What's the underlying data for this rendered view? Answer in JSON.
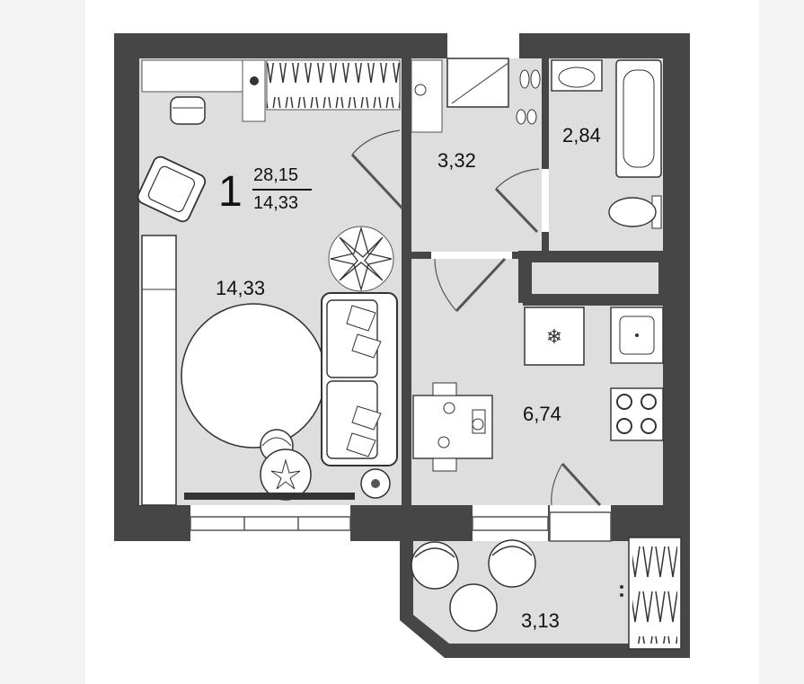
{
  "apartment": {
    "rooms_count": "1",
    "total_area": "28,15",
    "living_area": "14,33"
  },
  "rooms": {
    "living_room": {
      "area": "14,33"
    },
    "hallway": {
      "area": "3,32"
    },
    "bathroom": {
      "area": "2,84"
    },
    "kitchen": {
      "area": "6,74"
    },
    "balcony": {
      "area": "3,13"
    }
  },
  "icons": {
    "freezer": "❄"
  },
  "colors": {
    "wall": "#464646",
    "floor": "#dedede",
    "furniture": "#ffffff",
    "outline": "#333333"
  }
}
